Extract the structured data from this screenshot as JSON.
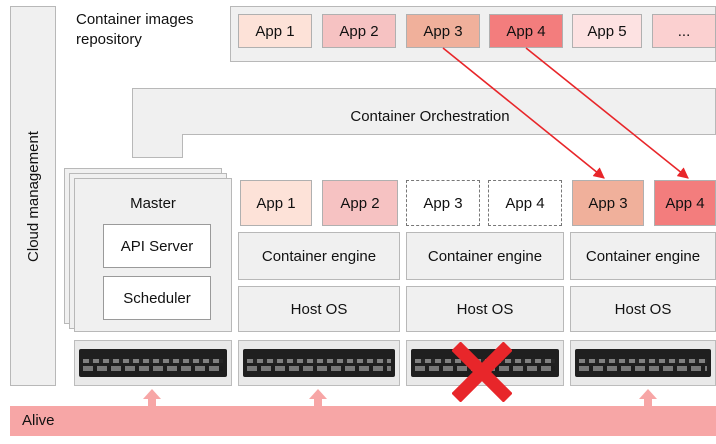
{
  "repo": {
    "title_line1": "Container images",
    "title_line2": "repository",
    "apps": [
      {
        "label": "App 1",
        "color": "#fde2d8"
      },
      {
        "label": "App 2",
        "color": "#f6c2c2"
      },
      {
        "label": "App 3",
        "color": "#f0b09b"
      },
      {
        "label": "App 4",
        "color": "#f37d7d"
      },
      {
        "label": "App 5",
        "color": "#fde2e2"
      },
      {
        "label": "...",
        "color": "#fbd0d0"
      }
    ]
  },
  "cloud_management": "Cloud management",
  "orchestration": "Container Orchestration",
  "master": {
    "title": "Master",
    "api_server": "API Server",
    "scheduler": "Scheduler"
  },
  "node1": {
    "app1": "App 1",
    "app2": "App 2",
    "engine": "Container engine",
    "os": "Host OS"
  },
  "node2": {
    "app3": "App 3",
    "app4": "App 4",
    "engine": "Container engine",
    "os": "Host OS"
  },
  "node3": {
    "app3": "App 3",
    "app4": "App 4",
    "engine": "Container engine",
    "os": "Host OS"
  },
  "alive": "Alive",
  "colors": {
    "accent_red": "#e8262a",
    "alive_pink": "#f7a6a6"
  }
}
